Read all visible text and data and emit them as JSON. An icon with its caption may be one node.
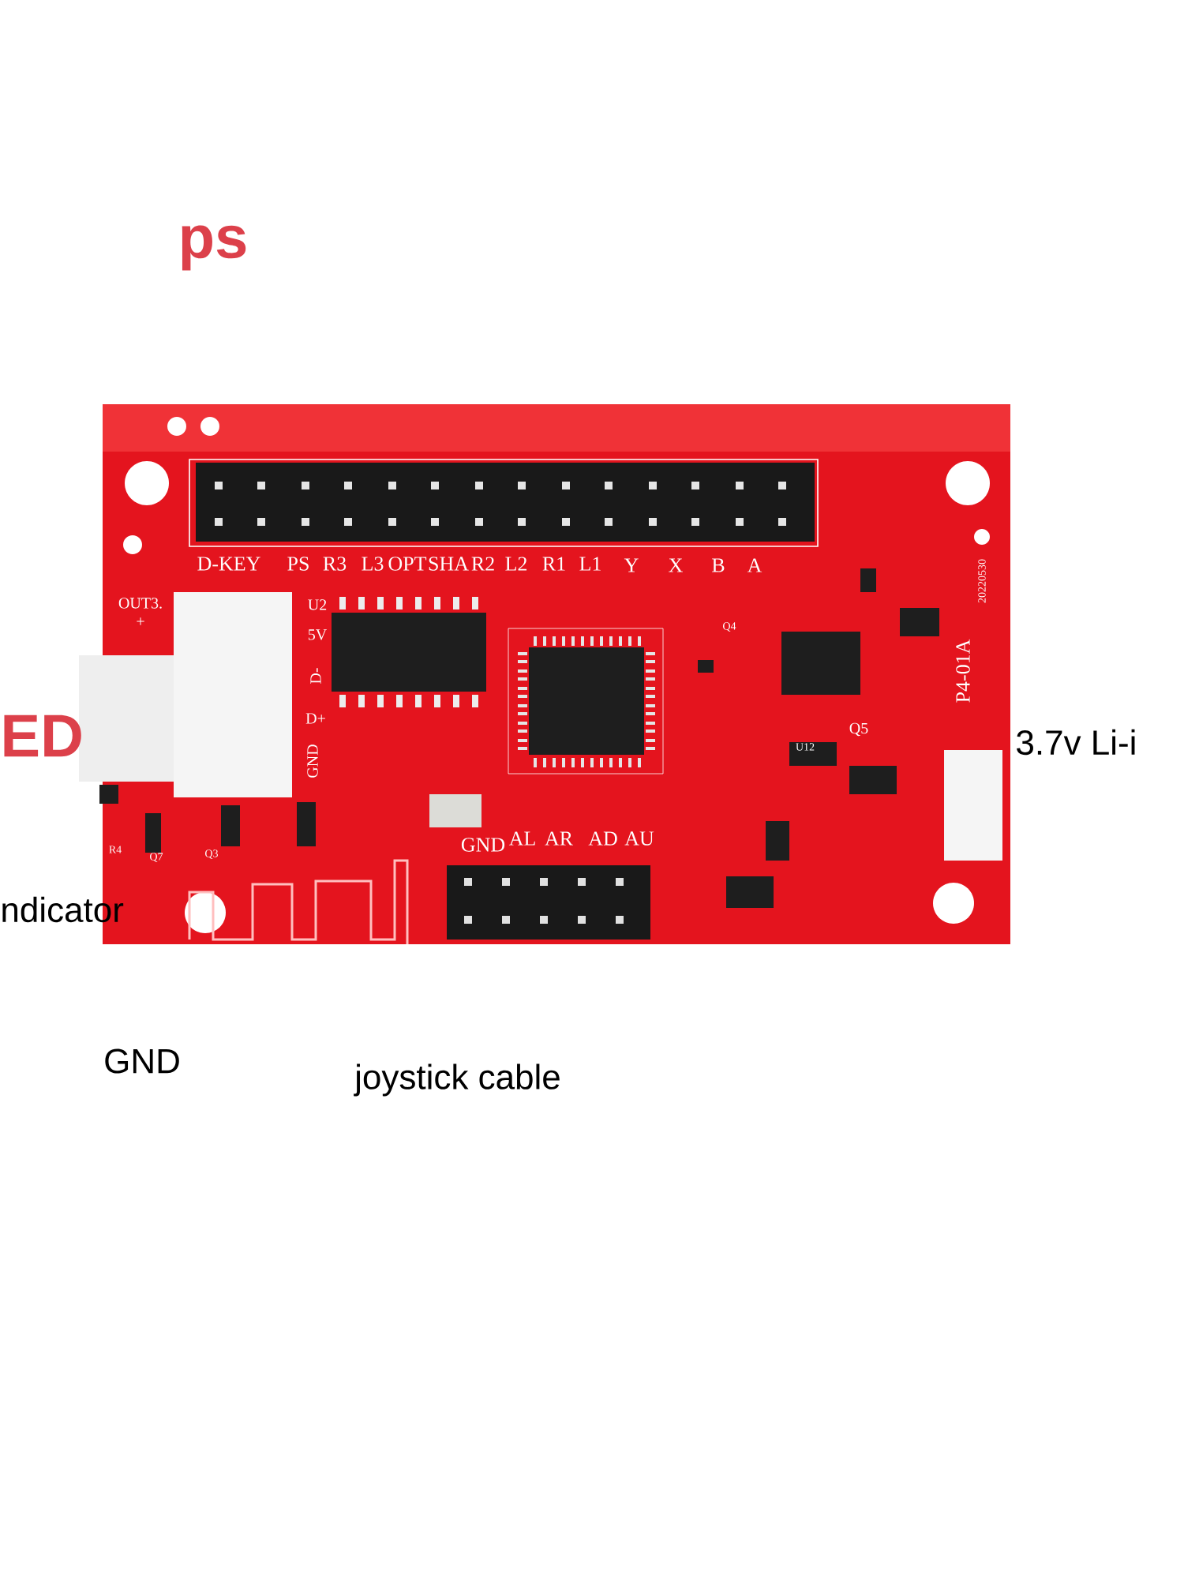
{
  "diagram": {
    "labels": [
      "ps",
      "ED",
      "ndicator",
      "GND",
      "joystick cable",
      "3.7v Li-i",
      "D-KEY",
      "PS",
      "R3",
      "L3",
      "OPT",
      "SHA",
      "R2",
      "L2",
      "R1",
      "L1",
      "Y",
      "X",
      "B",
      "A",
      "OUT3.",
      "+",
      "U2",
      "5V",
      "D-",
      "D+",
      "GND",
      "R4",
      "Q7",
      "Q3",
      "GND",
      "AL",
      "AR",
      "AD",
      "AU",
      "Q4",
      "U12",
      "Q5",
      "P4-01A",
      "20220530"
    ]
  }
}
